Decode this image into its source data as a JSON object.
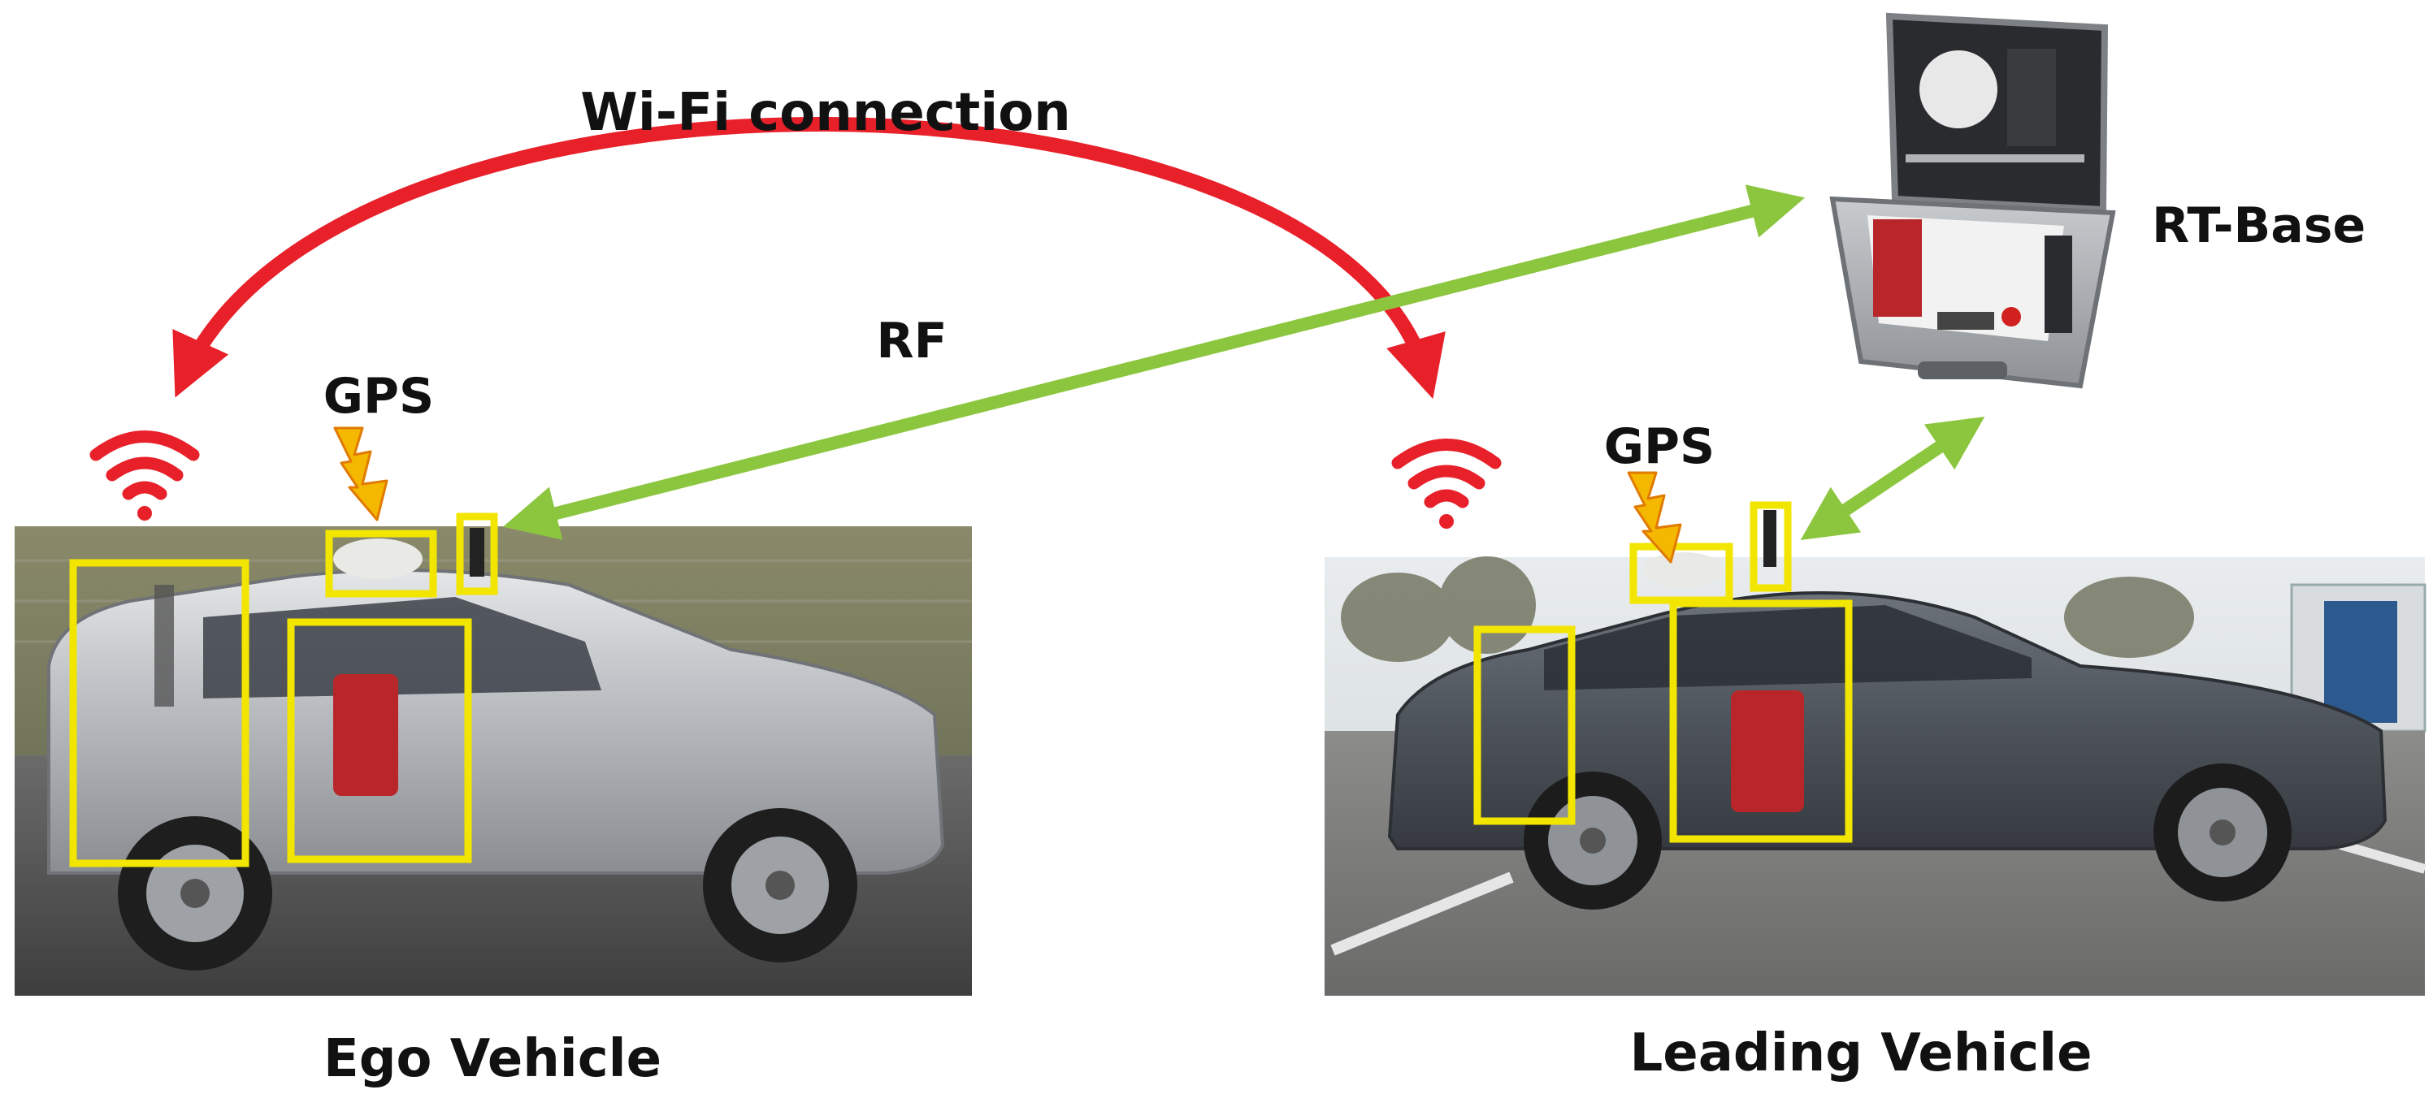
{
  "labels": {
    "wifi": "Wi-Fi connection",
    "rf": "RF",
    "rt_base": "RT-Base",
    "gps_ego": "GPS",
    "gps_leading": "GPS",
    "ego_vehicle": "Ego Vehicle",
    "leading_vehicle": "Leading Vehicle"
  },
  "colors": {
    "wifi_link": "#e8202a",
    "rf_link": "#8cc63f",
    "highlight_box": "#f2e600",
    "gps_bolt": "#f5b800",
    "wifi_icon": "#e8202a"
  },
  "icons": {
    "wifi_symbol": "wifi-icon",
    "gps_symbol": "lightning-bolt-icon"
  }
}
